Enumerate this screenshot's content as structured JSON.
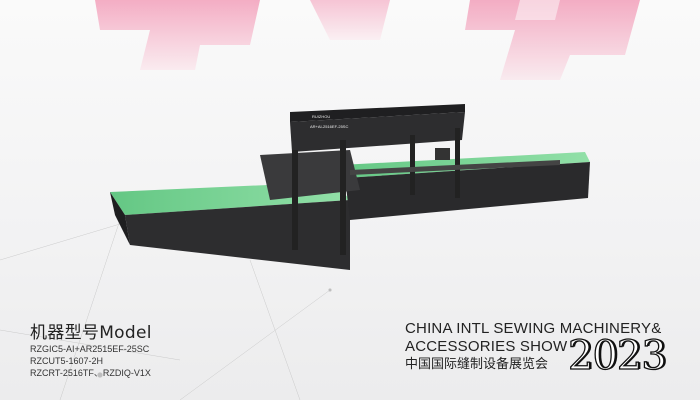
{
  "model": {
    "title": "机器型号Model",
    "lines": [
      "RZGIC5-AI+AR2515EF-25SC",
      "RZCUT5-1607-2H",
      "RZCRT-2516TF、RZDIQ-V1X"
    ]
  },
  "show": {
    "line1": "CHINA INTL SEWING MACHINERY&",
    "line2": "ACCESSORIES SHOW",
    "line3": "中国国际缝制设备展览会",
    "year": "2023"
  },
  "machine": {
    "brand": "RUIZHOU",
    "model_tag": "AR+AI-2516EF-25SC"
  },
  "colors": {
    "belt": "#6fcf8a",
    "frame": "#2b2b2d",
    "pink": "#f3a9bf"
  }
}
